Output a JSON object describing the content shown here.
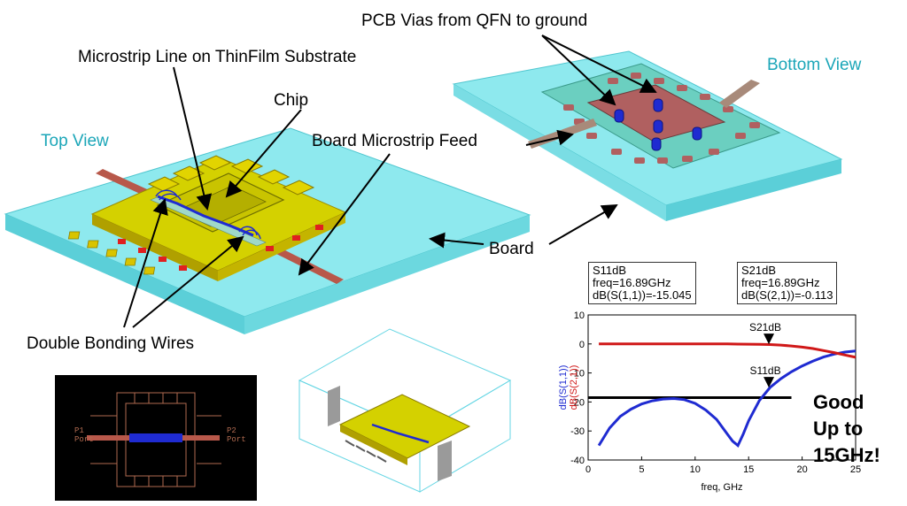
{
  "labels": {
    "pcb_vias": "PCB Vias from QFN to ground",
    "microstrip_line": "Microstrip Line on ThinFilm Substrate",
    "chip": "Chip",
    "top_view": "Top View",
    "bottom_view": "Bottom View",
    "board_feed": "Board Microstrip Feed",
    "board": "Board",
    "bonding_wires": "Double Bonding Wires"
  },
  "layout_text": {
    "p1": "P1",
    "p2": "P2",
    "port": "Port"
  },
  "markers": {
    "s11": {
      "name": "S11dB",
      "freq": "freq=16.89GHz",
      "value": "dB(S(1,1))=-15.045"
    },
    "s21": {
      "name": "S21dB",
      "freq": "freq=16.89GHz",
      "value": "dB(S(2,1))=-0.113"
    }
  },
  "callout": {
    "line1": "Good",
    "line2": "Up to",
    "line3": "15GHz!"
  },
  "chart_data": {
    "type": "line",
    "xlabel": "freq, GHz",
    "ylabel_series": [
      "dB(S(1,1))",
      "dB(S(2,1))"
    ],
    "xlim": [
      0,
      25
    ],
    "ylim": [
      -40,
      10
    ],
    "xticks": [
      0,
      5,
      10,
      15,
      20,
      25
    ],
    "yticks": [
      10,
      0,
      -10,
      -20,
      -30,
      -40
    ],
    "grid": false,
    "reference_line": {
      "y": -18.5,
      "x_from": 0,
      "x_to": 19,
      "color": "#000000"
    },
    "series": [
      {
        "name": "dB(S(1,1))",
        "color": "#1f2bd1",
        "x": [
          1,
          2,
          3,
          4,
          5,
          6,
          7,
          8,
          9,
          10,
          11,
          12,
          13,
          13.5,
          14,
          14.5,
          15,
          16,
          17,
          18,
          19,
          20,
          21,
          22,
          23,
          24,
          25
        ],
        "y": [
          -35,
          -29,
          -25,
          -22.5,
          -20.7,
          -19.6,
          -19,
          -18.8,
          -19.2,
          -20.5,
          -22.8,
          -26,
          -31,
          -33.5,
          -35,
          -31,
          -26.5,
          -19.5,
          -15,
          -12,
          -9.6,
          -7.6,
          -5.9,
          -4.5,
          -3.5,
          -2.8,
          -2.4
        ]
      },
      {
        "name": "dB(S(2,1))",
        "color": "#d01818",
        "x": [
          1,
          3,
          5,
          7,
          9,
          11,
          13,
          14,
          15,
          16,
          17,
          18,
          19,
          20,
          21,
          22,
          23,
          24,
          25
        ],
        "y": [
          0,
          0,
          0,
          0,
          0,
          0,
          0,
          -0.05,
          -0.1,
          -0.15,
          -0.2,
          -0.4,
          -0.7,
          -1.1,
          -1.6,
          -2.3,
          -3,
          -3.8,
          -4.6
        ]
      }
    ],
    "markers": [
      {
        "name": "S21dB",
        "x": 16.89,
        "y": -0.113
      },
      {
        "name": "S11dB",
        "x": 16.89,
        "y": -15.045
      }
    ]
  }
}
